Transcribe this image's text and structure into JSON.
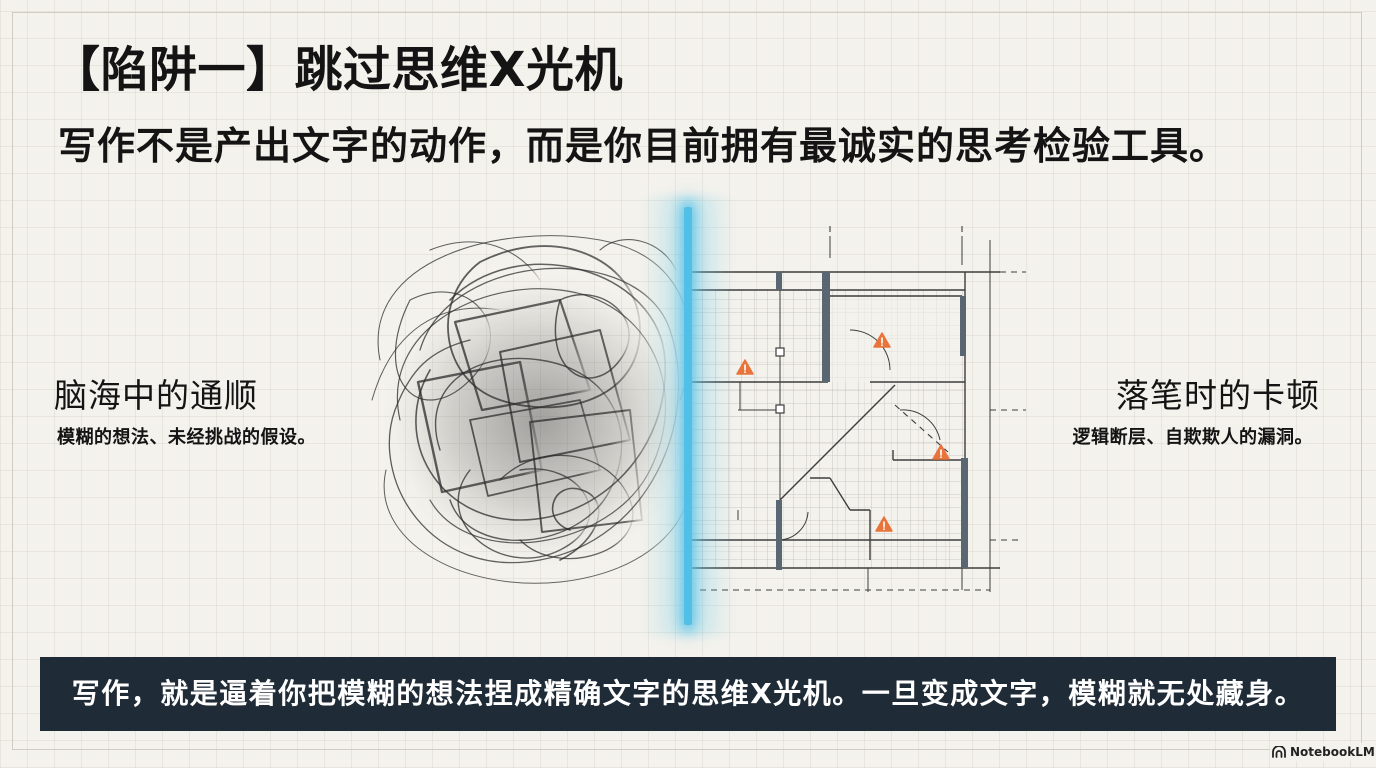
{
  "slide": {
    "title": "【陷阱一】跳过思维X光机",
    "subtitle": "写作不是产出文字的动作，而是你目前拥有最诚实的思考检验工具。",
    "left": {
      "heading": "脑海中的通顺",
      "caption": "模糊的想法、未经挑战的假设。"
    },
    "right": {
      "heading": "落笔时的卡顿",
      "caption": "逻辑断层、自欺欺人的漏洞。"
    },
    "banner": "写作，就是逼着你把模糊的想法捏成精确文字的思维X光机。一旦变成文字，模糊就无处藏身。"
  },
  "branding": {
    "label": "NotebookLM",
    "icon": "notebooklm-logo-icon"
  },
  "icons": {
    "illustration_left": "pencil-scribble-tangle",
    "illustration_divider": "x-ray-scan-line",
    "illustration_right": "blueprint-floor-plan",
    "warning": "warning-icon"
  },
  "colors": {
    "background": "#f4f2ec",
    "text": "#141414",
    "banner_background": "#1f2b36",
    "banner_text": "#ffffff",
    "scan_glow": "#52c0e6",
    "warning": "#e8743b",
    "blueprint_wall": "#5a6672"
  }
}
